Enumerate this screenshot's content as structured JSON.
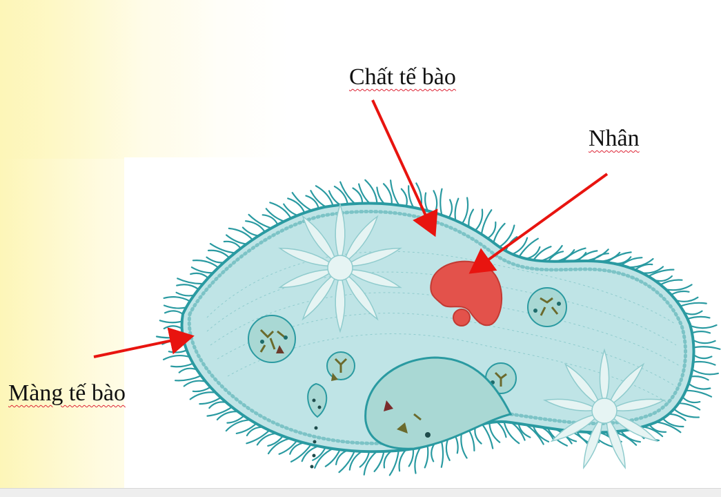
{
  "labels": {
    "cytoplasm": "Chất tế bào",
    "nucleus": "Nhân",
    "membrane": "Màng tế bào"
  },
  "colors": {
    "body_fill": "#bfe4e6",
    "body_outline": "#2a9aa1",
    "cilia": "#2a9aa1",
    "nucleus": "#e3524b",
    "arrow": "#e8140f",
    "vacuole_fill": "#cfe9e8",
    "food_vacuole_fill": "#a9d8d4"
  },
  "icons": {
    "arrow": "red-arrow",
    "organism": "paramecium-illustration"
  }
}
